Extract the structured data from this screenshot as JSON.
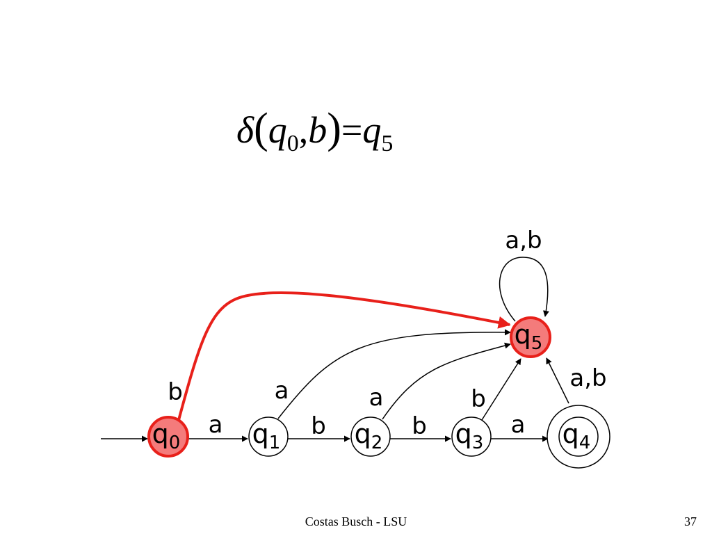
{
  "formula": {
    "delta": "δ",
    "open": "(",
    "q": "q",
    "from_index": "0",
    "comma": ",",
    "symbol": "b",
    "close": ")",
    "equals": "=",
    "q2": "q",
    "to_index": "5"
  },
  "states": [
    {
      "id": "q0",
      "letter": "q",
      "index": "0",
      "highlighted": true,
      "accepting": false,
      "initial": true
    },
    {
      "id": "q1",
      "letter": "q",
      "index": "1",
      "highlighted": false,
      "accepting": false,
      "initial": false
    },
    {
      "id": "q2",
      "letter": "q",
      "index": "2",
      "highlighted": false,
      "accepting": false,
      "initial": false
    },
    {
      "id": "q3",
      "letter": "q",
      "index": "3",
      "highlighted": false,
      "accepting": false,
      "initial": false
    },
    {
      "id": "q4",
      "letter": "q",
      "index": "4",
      "highlighted": false,
      "accepting": true,
      "initial": false
    },
    {
      "id": "q5",
      "letter": "q",
      "index": "5",
      "highlighted": true,
      "accepting": false,
      "initial": false
    }
  ],
  "transitions": [
    {
      "from": "q0",
      "to": "q1",
      "label": "a",
      "highlighted": false
    },
    {
      "from": "q1",
      "to": "q2",
      "label": "b",
      "highlighted": false
    },
    {
      "from": "q2",
      "to": "q3",
      "label": "b",
      "highlighted": false
    },
    {
      "from": "q3",
      "to": "q4",
      "label": "a",
      "highlighted": false
    },
    {
      "from": "q0",
      "to": "q5",
      "label": "b",
      "highlighted": true
    },
    {
      "from": "q1",
      "to": "q5",
      "label": "a",
      "highlighted": false
    },
    {
      "from": "q2",
      "to": "q5",
      "label": "a",
      "highlighted": false
    },
    {
      "from": "q3",
      "to": "q5",
      "label": "b",
      "highlighted": false
    },
    {
      "from": "q4",
      "to": "q5",
      "label": "a,b",
      "highlighted": false
    },
    {
      "from": "q5",
      "to": "q5",
      "label": "a,b",
      "highlighted": false
    }
  ],
  "colors": {
    "highlight_stroke": "#e8201a",
    "highlight_fill": "#f47b7b",
    "normal_stroke": "#000000",
    "normal_fill": "#ffffff"
  },
  "footer": {
    "author": "Costas Busch - LSU",
    "page": "37"
  }
}
